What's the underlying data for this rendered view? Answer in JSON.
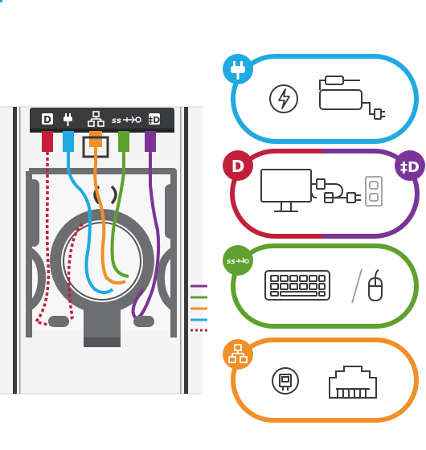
{
  "colors": {
    "power": "#21a9e1",
    "displayport_red": "#c2203a",
    "displayport_purple": "#7b3596",
    "usb_green": "#5fa12f",
    "network_orange": "#f0902b",
    "frame_gray": "#6d6e71",
    "panel_dark": "#3a3b3d",
    "light_gray": "#e9e9ea"
  },
  "port_labels": {
    "dp_in": "D",
    "power": "",
    "network": "",
    "usb_ss": "ss",
    "dp_out": "‡D"
  },
  "panels": [
    {
      "id": "power",
      "icons": [
        "thunderbolt-icon",
        "power-adapter-icon"
      ]
    },
    {
      "id": "display",
      "icons": [
        "monitor-icon",
        "display-cable-icon",
        "wall-outlet-icon"
      ]
    },
    {
      "id": "usb",
      "icons": [
        "keyboard-icon",
        "mouse-icon"
      ]
    },
    {
      "id": "network",
      "icons": [
        "network-jack-icon",
        "rj45-port-icon"
      ]
    }
  ]
}
